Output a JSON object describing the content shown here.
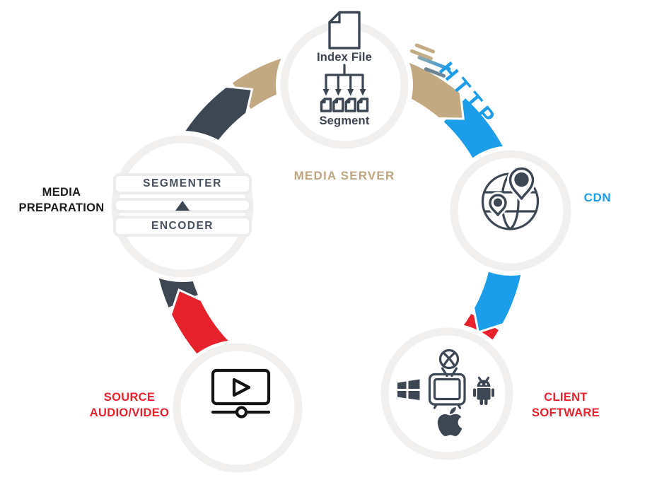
{
  "labels": {
    "media_server": "MEDIA SERVER",
    "media_preparation": {
      "line1": "MEDIA",
      "line2": "PREPARATION"
    },
    "cdn": "CDN",
    "client_software": {
      "line1": "CLIENT",
      "line2": "SOFTWARE"
    },
    "source": {
      "line1": "SOURCE",
      "line2": "AUDIO/VIDEO"
    },
    "http": "HTTP",
    "index_file": "Index File",
    "segment": "Segment",
    "segmenter": "SEGMENTER",
    "encoder": "ENCODER"
  },
  "flow": [
    "SOURCE AUDIO/VIDEO",
    "MEDIA PREPARATION",
    "MEDIA SERVER",
    "CDN",
    "CLIENT SOFTWARE"
  ],
  "icon_names": [
    "document-icon",
    "flow-tree-icon",
    "segment-files-icon",
    "encoder-up-triangle-icon",
    "globe-icon",
    "map-pin-icon",
    "xbox-icon",
    "tv-icon",
    "windows-icon",
    "android-icon",
    "apple-icon",
    "video-player-icon",
    "speed-lines-icon"
  ],
  "colors": {
    "dark": "#3d4754",
    "tan": "#c3a981",
    "tan-text": "#bda57f",
    "blue": "#1b9de9",
    "red": "#e8222d",
    "ring": "#f2f0ee",
    "bar-border": "#ececec",
    "bar-text": "#46505c",
    "label-black": "#1c1c1c",
    "icon-navy": "#3d4754",
    "icon-black": "#141414",
    "speed-tan": "#c3ab85",
    "speed-gray": "#95a9ab",
    "speed-blue": "#2b9ce0",
    "speed-slate": "#6e8693"
  }
}
